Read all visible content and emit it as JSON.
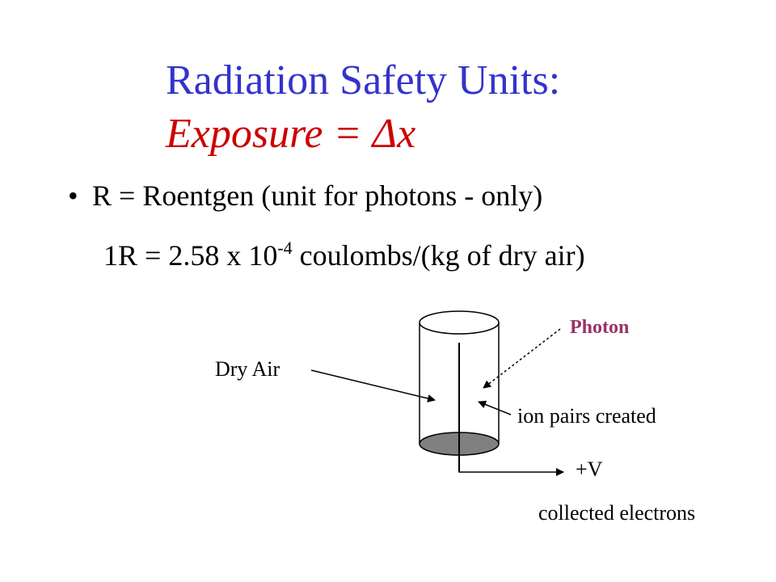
{
  "slide": {
    "title_line1": "Radiation Safety Units:",
    "title_line2_accent": "Exposure = Δx",
    "bullet_text": "R = Roentgen (unit for photons - only)",
    "formula_prefix": "1R = 2.58 x 10",
    "formula_exponent": "-4",
    "formula_suffix": " coulombs/(kg of dry air)"
  },
  "diagram": {
    "label_dry_air": "Dry Air",
    "label_photon": "Photon",
    "label_ion_pairs": "ion pairs created",
    "label_voltage": "+V",
    "label_collected": "collected electrons"
  },
  "colors": {
    "title": "#3333cc",
    "accent": "#cc0000",
    "photon": "#993366",
    "cylinder_base": "#808080"
  }
}
